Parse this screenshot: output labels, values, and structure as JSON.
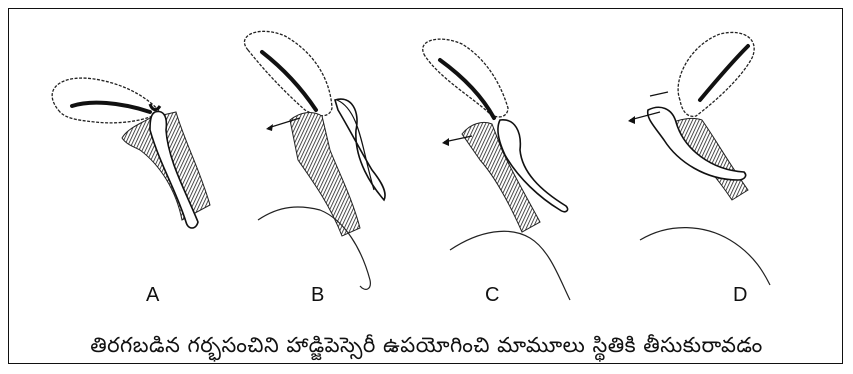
{
  "figure": {
    "panels": [
      {
        "id": "A",
        "label": "A"
      },
      {
        "id": "B",
        "label": "B"
      },
      {
        "id": "C",
        "label": "C"
      },
      {
        "id": "D",
        "label": "D"
      }
    ],
    "caption": "తిరగబడిన గర్భసంచిని హాడ్జిపెస్సెరీ ఉపయోగించి మామూలు స్థితికి తీసుకురావడం"
  }
}
